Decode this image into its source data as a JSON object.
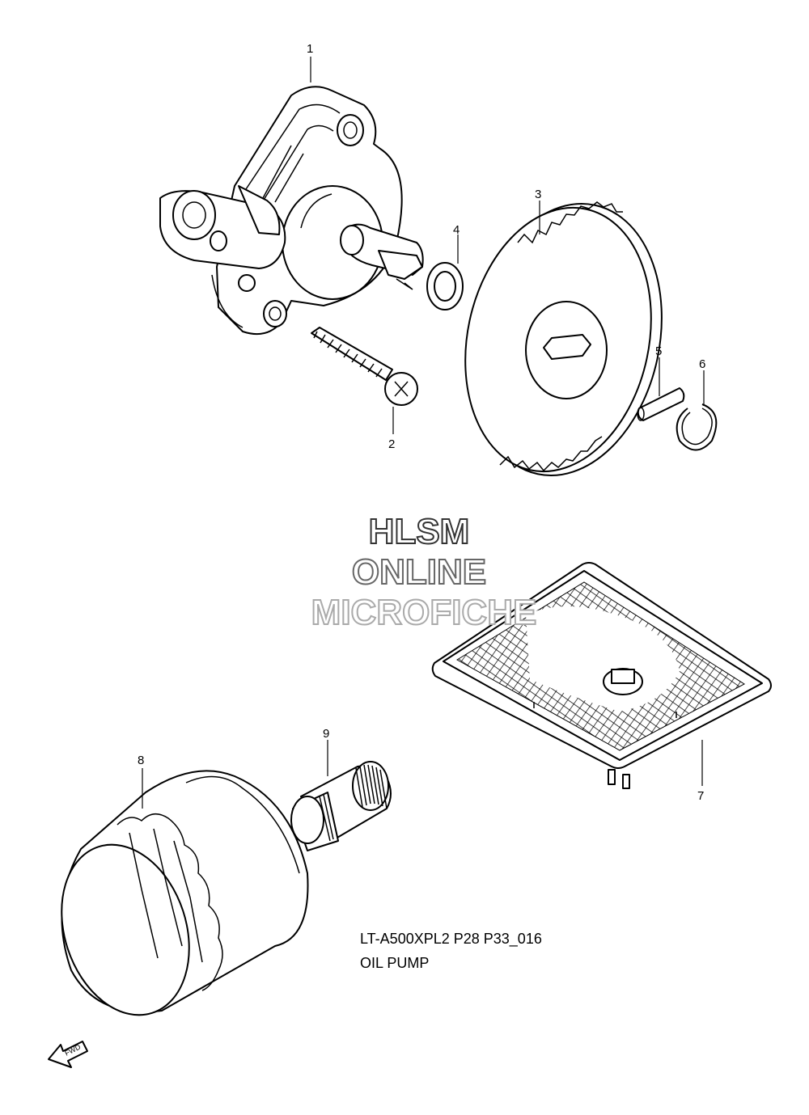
{
  "callouts": {
    "c1": "1",
    "c2": "2",
    "c3": "3",
    "c4": "4",
    "c5": "5",
    "c6": "6",
    "c7": "7",
    "c8": "8",
    "c9": "9"
  },
  "watermark": {
    "line1": "HLSM",
    "line2": "ONLINE",
    "line3": "MICROFICHE",
    "color1": "#333333",
    "color2": "#666666",
    "color3": "#aaaaaa"
  },
  "caption": {
    "code": "LT-A500XPL2 P28 P33_016",
    "title": "OIL PUMP"
  },
  "fwd_arrow": {
    "label": "FWD"
  }
}
